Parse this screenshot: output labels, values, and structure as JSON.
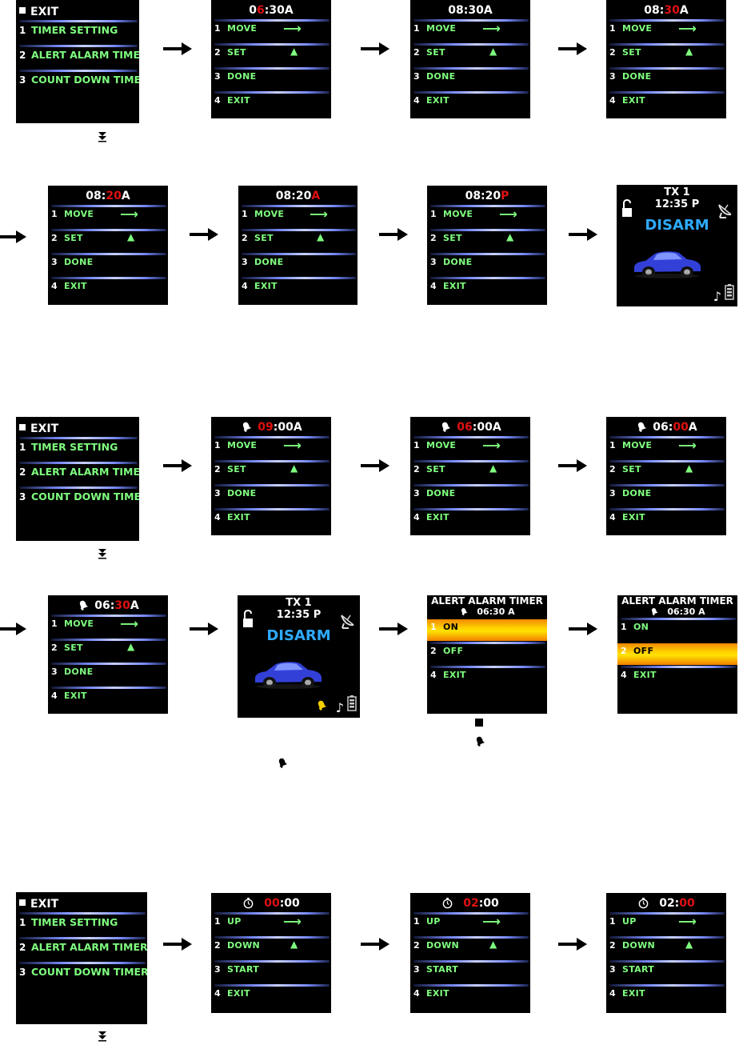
{
  "main_menu": {
    "exit": "EXIT",
    "items": [
      {
        "num": "1",
        "label": "TIMER SETTING"
      },
      {
        "num": "2",
        "label": "ALERT ALARM TIMER"
      },
      {
        "num": "3",
        "label": "COUNT DOWN TIMER"
      }
    ]
  },
  "set_menu": {
    "items": [
      {
        "num": "1",
        "label": "MOVE"
      },
      {
        "num": "2",
        "label": "SET"
      },
      {
        "num": "3",
        "label": "DONE"
      },
      {
        "num": "4",
        "label": "EXIT"
      }
    ]
  },
  "count_menu": {
    "items": [
      {
        "num": "1",
        "label": "UP"
      },
      {
        "num": "2",
        "label": "DOWN"
      },
      {
        "num": "3",
        "label": "START"
      },
      {
        "num": "4",
        "label": "EXIT"
      }
    ]
  },
  "alert_menu": {
    "title": "ALERT ALARM TIMER",
    "time": "06:30 A",
    "items": [
      {
        "num": "1",
        "label": "ON"
      },
      {
        "num": "2",
        "label": "OFF"
      },
      {
        "num": "4",
        "label": "EXIT"
      }
    ]
  },
  "home": {
    "tx": "TX 1",
    "time": "12:35 P",
    "status": "DISARM"
  },
  "timer_screens": [
    {
      "p1": "0",
      "p2": "6",
      "p3": ":30A"
    },
    {
      "p1": "08",
      "p2": "",
      "p3": ":30A"
    },
    {
      "p1": "08:",
      "p2": "30",
      "p3": "A"
    },
    {
      "p1": "08:",
      "p2": "20",
      "p3": "A"
    },
    {
      "p1": "08:20",
      "p2": "A",
      "p3": ""
    },
    {
      "p1": "08:20",
      "p2": "P",
      "p3": ""
    }
  ],
  "alert_screens": [
    {
      "p1": "",
      "p2": "09",
      "p3": ":00A"
    },
    {
      "p1": "",
      "p2": "06",
      "p3": ":00A"
    },
    {
      "p1": "06:",
      "p2": "00",
      "p3": "A"
    },
    {
      "p1": "06:",
      "p2": "30",
      "p3": "A"
    }
  ],
  "count_screens": [
    {
      "p1": "",
      "p2": "00",
      "p3": ":00"
    },
    {
      "p1": "",
      "p2": "02",
      "p3": ":00"
    },
    {
      "p1": "02:",
      "p2": "00",
      "p3": ""
    }
  ],
  "colors": {
    "highlight_digit": "#e01010",
    "menu_text": "#7fff7f",
    "disarm": "#2eaaff",
    "highlight_bar": "#ffd200"
  }
}
